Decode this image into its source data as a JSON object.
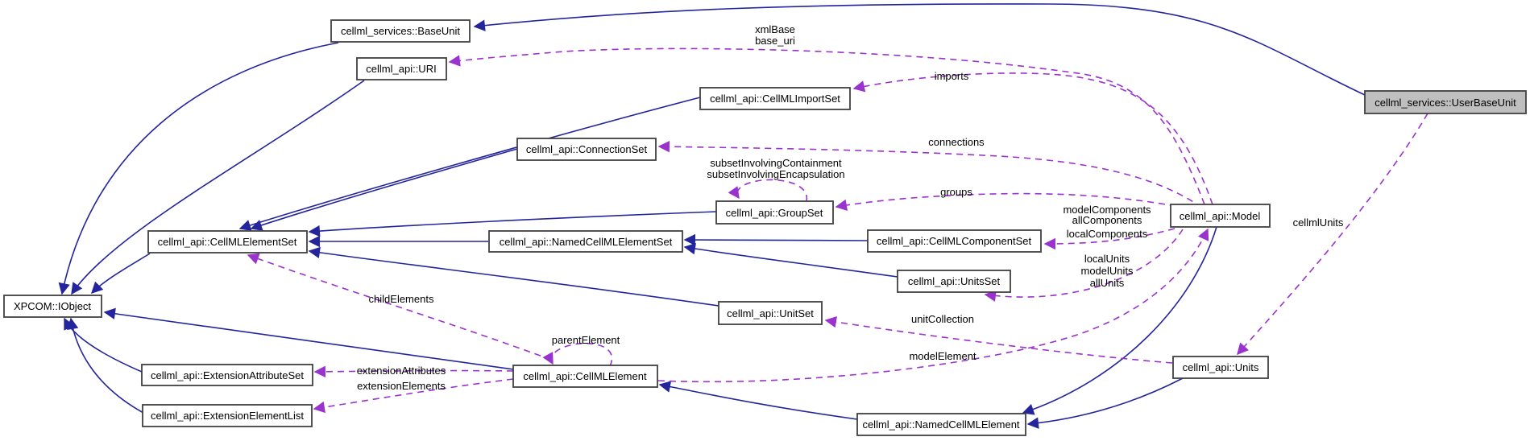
{
  "diagram": {
    "type": "doxygen-collaboration-graph",
    "highlighted_node": "cellml_services::UserBaseUnit"
  },
  "colors": {
    "inheritance_edge": "#24249c",
    "usage_edge": "#9a32cd",
    "node_fill": "#ffffff",
    "node_border": "#404040",
    "highlighted_node_fill": "#bfbfbf",
    "background": "#ffffff"
  },
  "nodes": {
    "baseunit": {
      "label": "cellml_services::BaseUnit"
    },
    "uri": {
      "label": "cellml_api::URI"
    },
    "importset": {
      "label": "cellml_api::CellMLImportSet"
    },
    "connectionset": {
      "label": "cellml_api::ConnectionSet"
    },
    "groupset": {
      "label": "cellml_api::GroupSet"
    },
    "elementset": {
      "label": "cellml_api::CellMLElementSet"
    },
    "namedset": {
      "label": "cellml_api::NamedCellMLElementSet"
    },
    "componentset": {
      "label": "cellml_api::CellMLComponentSet"
    },
    "unitsset": {
      "label": "cellml_api::UnitsSet"
    },
    "unitset": {
      "label": "cellml_api::UnitSet"
    },
    "iobject": {
      "label": "XPCOM::IObject"
    },
    "extattrset": {
      "label": "cellml_api::ExtensionAttributeSet"
    },
    "element": {
      "label": "cellml_api::CellMLElement"
    },
    "extelemlist": {
      "label": "cellml_api::ExtensionElementList"
    },
    "namedelement": {
      "label": "cellml_api::NamedCellMLElement"
    },
    "model": {
      "label": "cellml_api::Model"
    },
    "units": {
      "label": "cellml_api::Units"
    },
    "userbaseunit": {
      "label": "cellml_services::UserBaseUnit"
    }
  },
  "edge_labels": {
    "xmlbase": {
      "lines": [
        "xmlBase",
        "base_uri"
      ]
    },
    "imports": {
      "lines": [
        "imports"
      ]
    },
    "connections": {
      "lines": [
        "connections"
      ]
    },
    "subset": {
      "lines": [
        "subsetInvolvingContainment",
        "subsetInvolvingEncapsulation"
      ]
    },
    "groups": {
      "lines": [
        "groups"
      ]
    },
    "components": {
      "lines": [
        "modelComponents",
        "allComponents",
        "localComponents"
      ]
    },
    "units_sets": {
      "lines": [
        "localUnits",
        "modelUnits",
        "allUnits"
      ]
    },
    "unitcollection": {
      "lines": [
        "unitCollection"
      ]
    },
    "modelelement": {
      "lines": [
        "modelElement"
      ]
    },
    "cellmlunits": {
      "lines": [
        "cellmlUnits"
      ]
    },
    "childelements": {
      "lines": [
        "childElements"
      ]
    },
    "parentelement": {
      "lines": [
        "parentElement"
      ]
    },
    "extensionattributes": {
      "lines": [
        "extensionAttributes"
      ]
    },
    "extensionelements": {
      "lines": [
        "extensionElements"
      ]
    }
  }
}
